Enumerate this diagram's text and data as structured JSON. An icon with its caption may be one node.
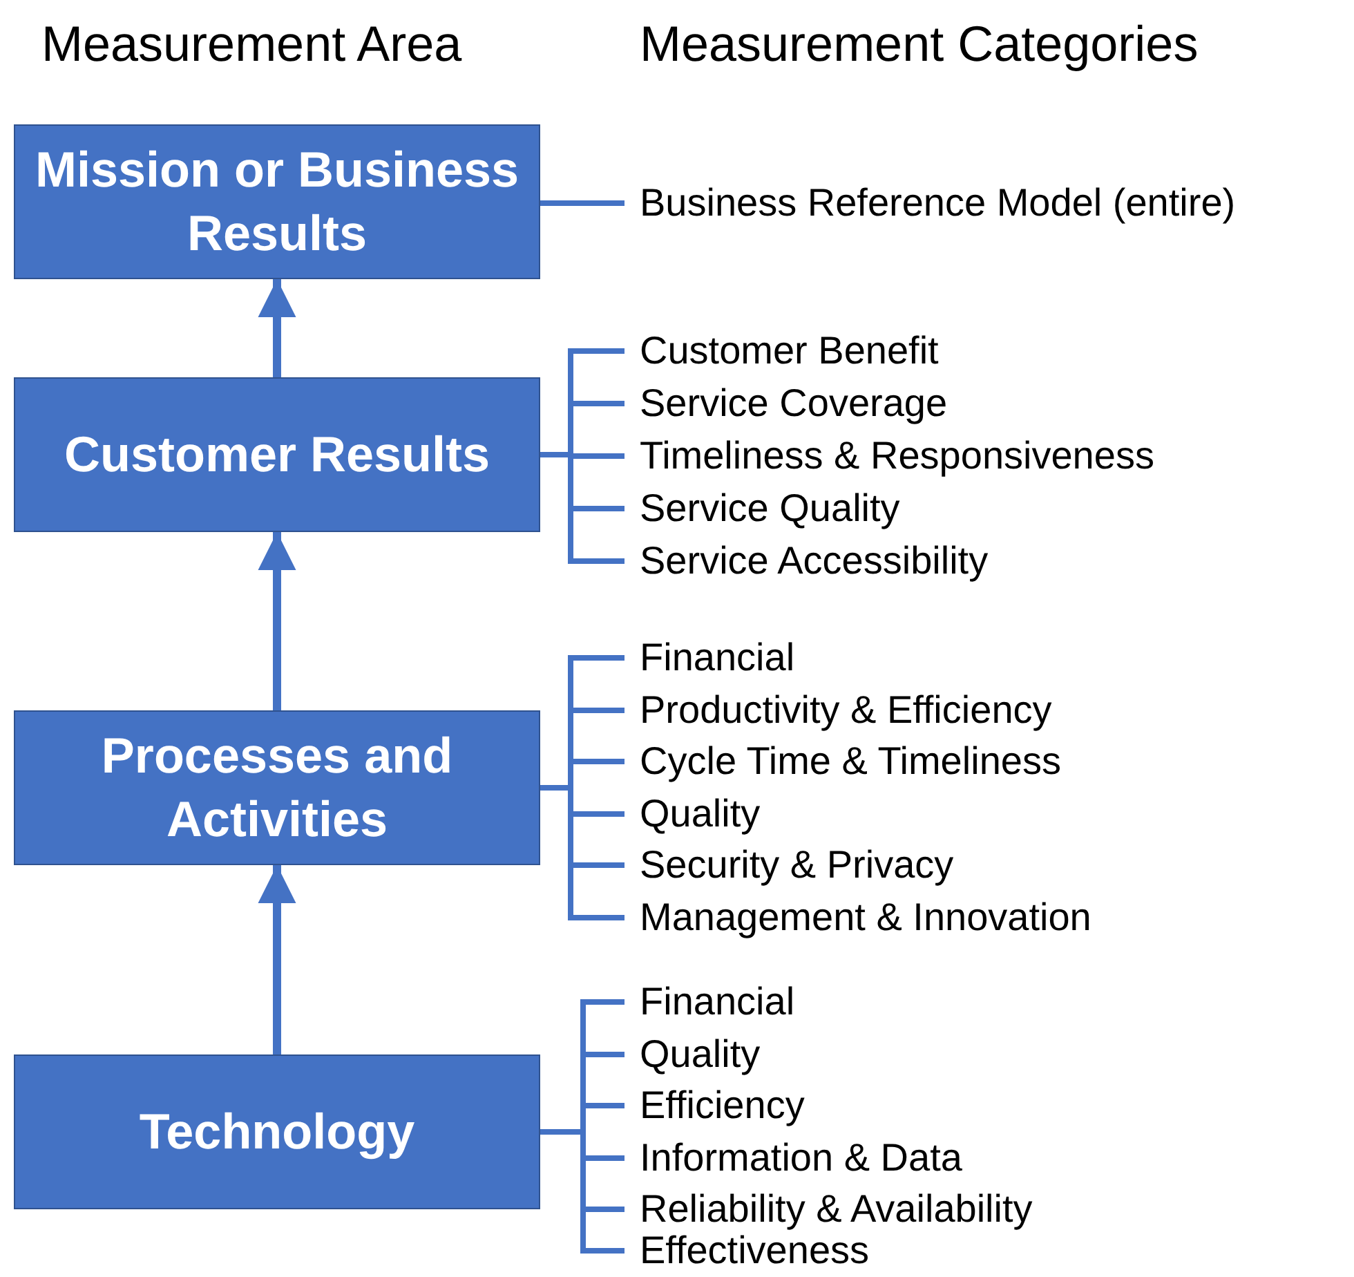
{
  "diagram": {
    "nodes": [
      {
        "text": [
          "Mission or Business Results"
        ]
      },
      {
        "text": [
          "Business Reference Model (entire)"
        ]
      },
      {
        "text": [
          "Customer Results"
        ]
      },
      {
        "text": [
          "Customer Benefit"
        ]
      },
      {
        "text": [
          "Service Coverage"
        ]
      },
      {
        "text": [
          "Timeliness & Responsiveness"
        ]
      },
      {
        "text": [
          "Service Quality"
        ]
      },
      {
        "text": [
          "Service Accessibility"
        ]
      },
      {
        "text": [
          "Processes and Activities"
        ]
      },
      {
        "text": [
          "Financial"
        ]
      },
      {
        "text": [
          "Productivity & Efficiency"
        ]
      },
      {
        "text": [
          "Cycle Time & Timeliness"
        ]
      },
      {
        "text": [
          "Quality"
        ]
      },
      {
        "text": [
          "Security & Privacy"
        ]
      },
      {
        "text": [
          "Management & Innovation"
        ]
      },
      {
        "text": [
          "Technology"
        ]
      },
      {
        "text": [
          "Financial"
        ]
      },
      {
        "text": [
          "Quality"
        ]
      },
      {
        "text": [
          "Efficiency"
        ]
      },
      {
        "text": [
          "Information & Data"
        ]
      },
      {
        "text": [
          "Reliability & Availability"
        ]
      },
      {
        "text": [
          "Effectiveness"
        ]
      }
    ],
    "edges": [
      {
        "from": 15,
        "to": 8,
        "arrow": "to"
      },
      {
        "from": 8,
        "to": 2,
        "arrow": "to"
      },
      {
        "from": 2,
        "to": 0,
        "arrow": "to"
      },
      {
        "from": 0,
        "to": 1,
        "arrow": "none"
      },
      {
        "from": 2,
        "to": 3,
        "arrow": "none"
      },
      {
        "from": 2,
        "to": 4,
        "arrow": "none"
      },
      {
        "from": 2,
        "to": 5,
        "arrow": "none"
      },
      {
        "from": 2,
        "to": 6,
        "arrow": "none"
      },
      {
        "from": 2,
        "to": 7,
        "arrow": "none"
      },
      {
        "from": 8,
        "to": 9,
        "arrow": "none"
      },
      {
        "from": 8,
        "to": 10,
        "arrow": "none"
      },
      {
        "from": 8,
        "to": 11,
        "arrow": "none"
      },
      {
        "from": 8,
        "to": 12,
        "arrow": "none"
      },
      {
        "from": 8,
        "to": 13,
        "arrow": "none"
      },
      {
        "from": 8,
        "to": 14,
        "arrow": "none"
      },
      {
        "from": 15,
        "to": 16,
        "arrow": "none"
      },
      {
        "from": 15,
        "to": 17,
        "arrow": "none"
      },
      {
        "from": 15,
        "to": 18,
        "arrow": "none"
      },
      {
        "from": 15,
        "to": 19,
        "arrow": "none"
      },
      {
        "from": 15,
        "to": 20,
        "arrow": "none"
      },
      {
        "from": 15,
        "to": 21,
        "arrow": "none"
      }
    ],
    "labels": [
      "Measurement Area",
      "Measurement Categories"
    ]
  }
}
